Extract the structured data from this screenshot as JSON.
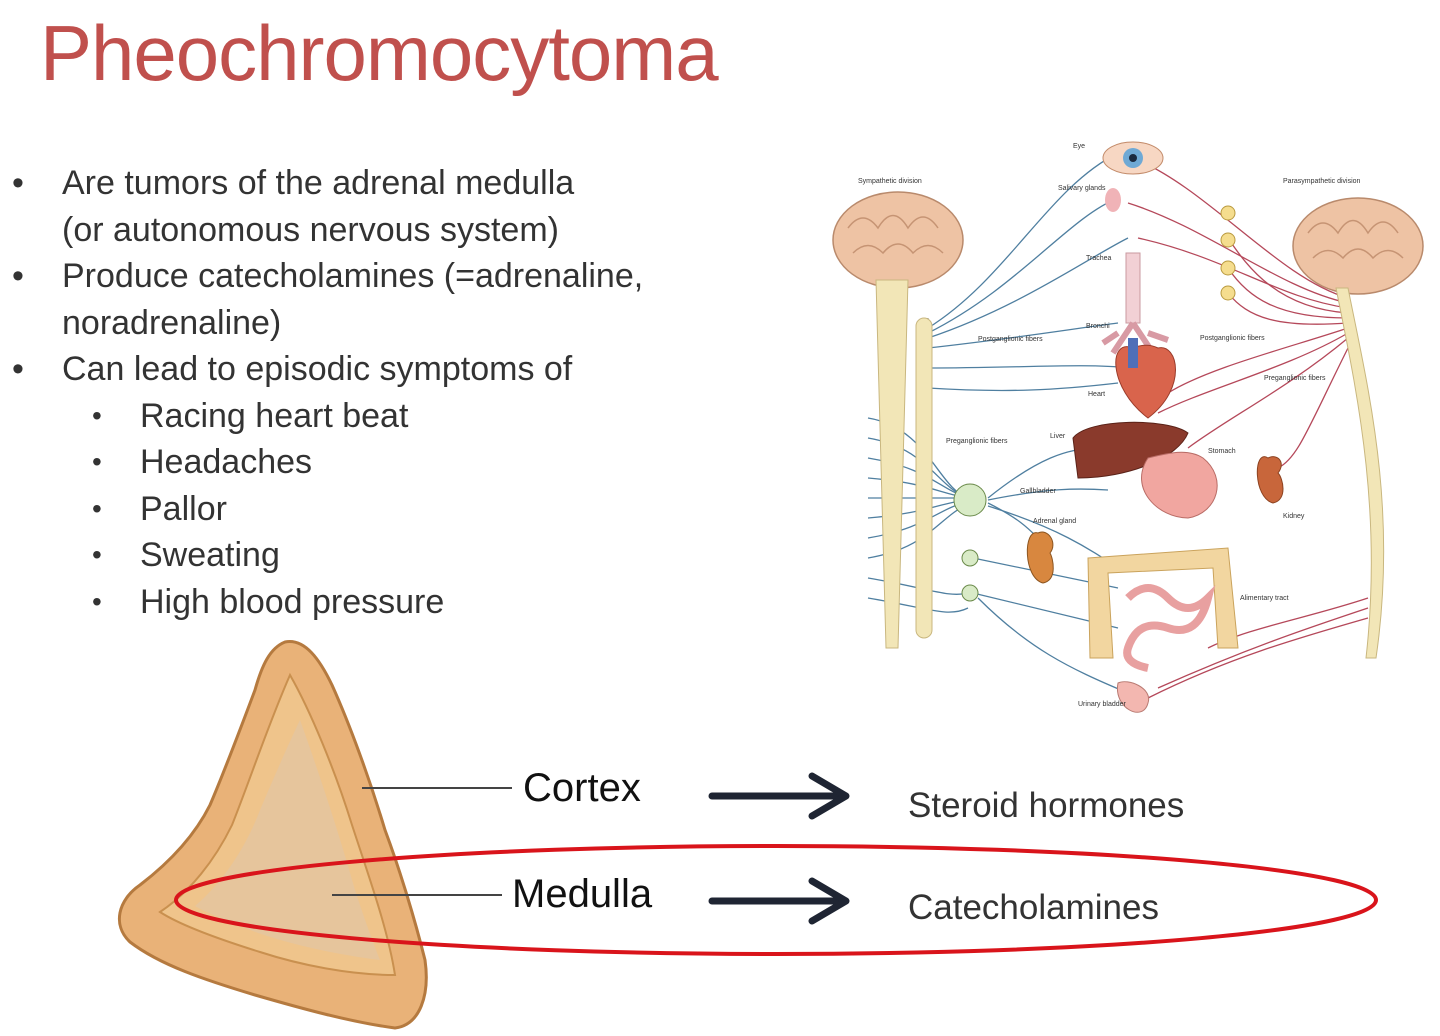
{
  "title": "Pheochromocytoma",
  "bullets": [
    {
      "lines": [
        "Are tumors of the adrenal medulla",
        "(or autonomous nervous system)"
      ]
    },
    {
      "lines": [
        "Produce catecholamines (=adrenaline,",
        "noradrenaline)"
      ]
    },
    {
      "lines": [
        "Can lead to episodic symptoms of"
      ]
    }
  ],
  "symptoms": [
    "Racing heart beat",
    "Headaches",
    "Pallor",
    "Sweating",
    "High blood pressure"
  ],
  "diagram": {
    "sympathetic_label": "Sympathetic division",
    "parasympathetic_label": "Parasympathetic division",
    "organs": [
      "Eye",
      "Salivary glands",
      "Trachea",
      "Bronchi",
      "Heart",
      "Liver",
      "Gallbladder",
      "Adrenal gland",
      "Stomach",
      "Kidney",
      "Alimentary tract",
      "Urinary bladder"
    ],
    "fiber_labels": [
      "Postganglionic fibers",
      "Preganglionic fibers",
      "Postganglionic fibers",
      "Preganglionic fibers"
    ]
  },
  "adrenal": {
    "cortex": "Cortex",
    "medulla": "Medulla",
    "cortex_product": "Steroid hormones",
    "medulla_product": "Catecholamines"
  },
  "colors": {
    "title": "#c0504d",
    "highlight": "#d9141b",
    "arrow": "#1f2533"
  }
}
